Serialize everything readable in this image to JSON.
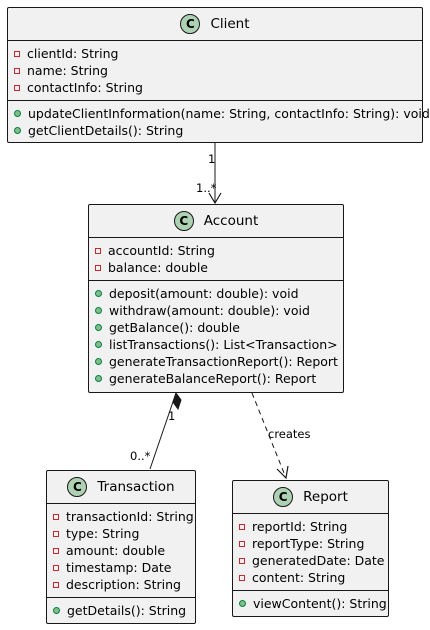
{
  "classes": {
    "client": {
      "name": "Client",
      "badge": "C",
      "attributes": [
        "clientId: String",
        "name: String",
        "contactInfo: String"
      ],
      "methods": [
        "updateClientInformation(name: String, contactInfo: String): void",
        "getClientDetails(): String"
      ]
    },
    "account": {
      "name": "Account",
      "badge": "C",
      "attributes": [
        "accountId: String",
        "balance: double"
      ],
      "methods": [
        "deposit(amount: double): void",
        "withdraw(amount: double): void",
        "getBalance(): double",
        "listTransactions(): List<Transaction>",
        "generateTransactionReport(): Report",
        "generateBalanceReport(): Report"
      ]
    },
    "transaction": {
      "name": "Transaction",
      "badge": "C",
      "attributes": [
        "transactionId: String",
        "type: String",
        "amount: double",
        "timestamp: Date",
        "description: String"
      ],
      "methods": [
        "getDetails(): String"
      ]
    },
    "report": {
      "name": "Report",
      "badge": "C",
      "attributes": [
        "reportId: String",
        "reportType: String",
        "generatedDate: Date",
        "content: String"
      ],
      "methods": [
        "viewContent(): String"
      ]
    }
  },
  "relations": {
    "client_account": {
      "source_mult": "1",
      "target_mult": "1..*"
    },
    "account_transaction": {
      "source_mult": "1",
      "target_mult": "0..*"
    },
    "account_report": {
      "label": "creates"
    }
  },
  "colors": {
    "class_fill": "#f1f1f1",
    "badge_fill": "#add1b2",
    "border": "#181818",
    "private_marker": "#c82930",
    "public_marker": "#84be84"
  }
}
